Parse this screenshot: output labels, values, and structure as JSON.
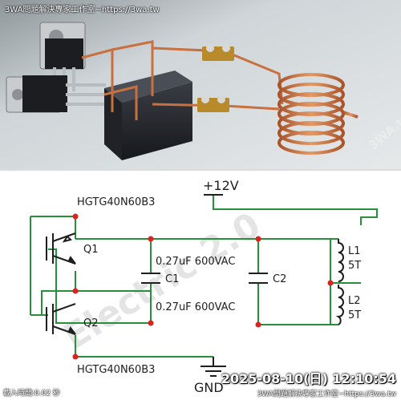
{
  "photo": {
    "top_caption": "3WA問題解決專家工作室~https://3wa.tw",
    "side_watermark": "3WA.tw"
  },
  "schematic": {
    "supply": "+12V",
    "ground": "GND",
    "transistor_part_top": "HGTG40N60B3",
    "transistor_part_bottom": "HGTG40N60B3",
    "q1": "Q1",
    "q2": "Q2",
    "cap_c1_value": "0.27uF 600VAC",
    "cap_c2_value": "0.27uF 600VAC",
    "c1": "C1",
    "c2": "C2",
    "l1": "L1",
    "l1_turns": "5T",
    "l2": "L2",
    "l2_turns": "5T",
    "watermark": "Electric 2.0"
  },
  "overlay": {
    "datetime": "2025-08-10(日) 12:10:54",
    "bottom_caption": "3WA問題解決專家工作室~https://3wa.tw",
    "load_time": "載入時間:0.02 秒"
  },
  "colors": {
    "wire": "#2a8f3a",
    "node": "#e0201e",
    "component": "#1e1e1e",
    "copper": "#c8703e",
    "photo_bg": "#d8dde0"
  }
}
